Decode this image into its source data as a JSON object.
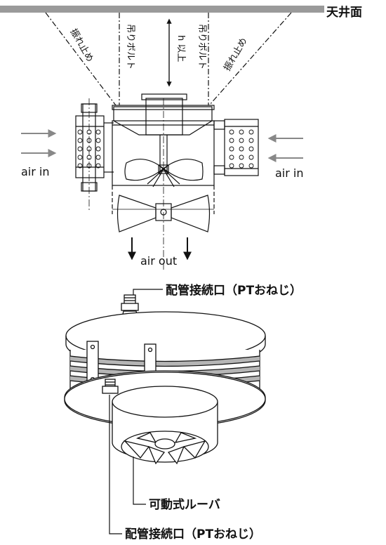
{
  "labels": {
    "ceiling": "天井面",
    "anti_sway_left": "振れ止め",
    "anti_sway_right": "振れ止め",
    "hanger_bolt_left": "吊りボルト",
    "hanger_bolt_right": "吊りボルト",
    "height_min": "h 以上",
    "air_in_left": "air in",
    "air_in_right": "air in",
    "air_out": "air out",
    "pipe_connection_top": "配管接続口（PTおねじ）",
    "movable_louver": "可動式ルーバ",
    "pipe_connection_bottom": "配管接続口（PTおねじ）"
  },
  "colors": {
    "line": "#111111",
    "arrow_gray": "#888888",
    "ceiling_gray": "#9a9a9a",
    "band_gray": "#b5b5b5"
  }
}
